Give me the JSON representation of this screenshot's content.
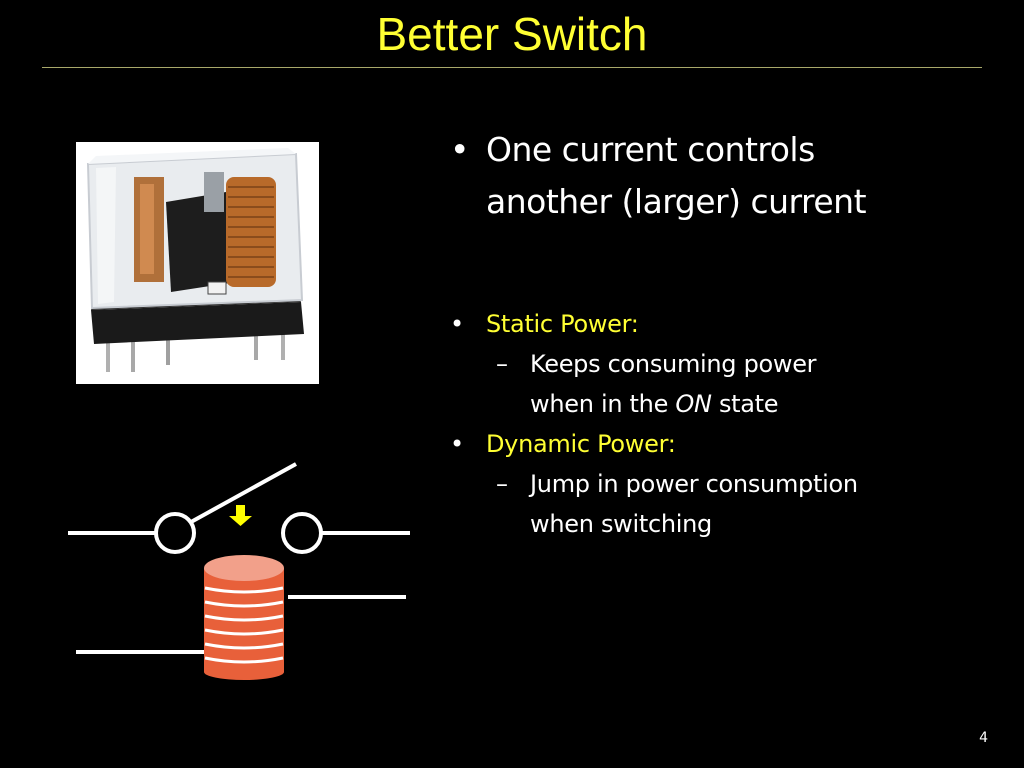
{
  "title": "Better Switch",
  "bullets": {
    "main": {
      "line1": "One current controls",
      "line2": "another (larger) current"
    },
    "static_power": {
      "label": "Static Power:",
      "detail_line1": "Keeps consuming power",
      "detail_line2_pre": "when in the ",
      "detail_line2_em": "ON",
      "detail_line2_post": " state"
    },
    "dynamic_power": {
      "label": "Dynamic Power:",
      "detail_line1": "Jump in power consumption",
      "detail_line2": "when switching"
    },
    "bullet_glyph": "•",
    "dash_glyph": "–"
  },
  "page_number": "4",
  "colors": {
    "background": "#000000",
    "title": "#ffff33",
    "body_text": "#ffffff",
    "highlight": "#ffff33",
    "coil": "#e8603a",
    "coil_top": "#f2a08a",
    "arrow": "#ffff00"
  },
  "icons": {
    "arrow": "down-arrow-icon",
    "relay_photo": "relay-photo",
    "coil": "coil-icon"
  }
}
